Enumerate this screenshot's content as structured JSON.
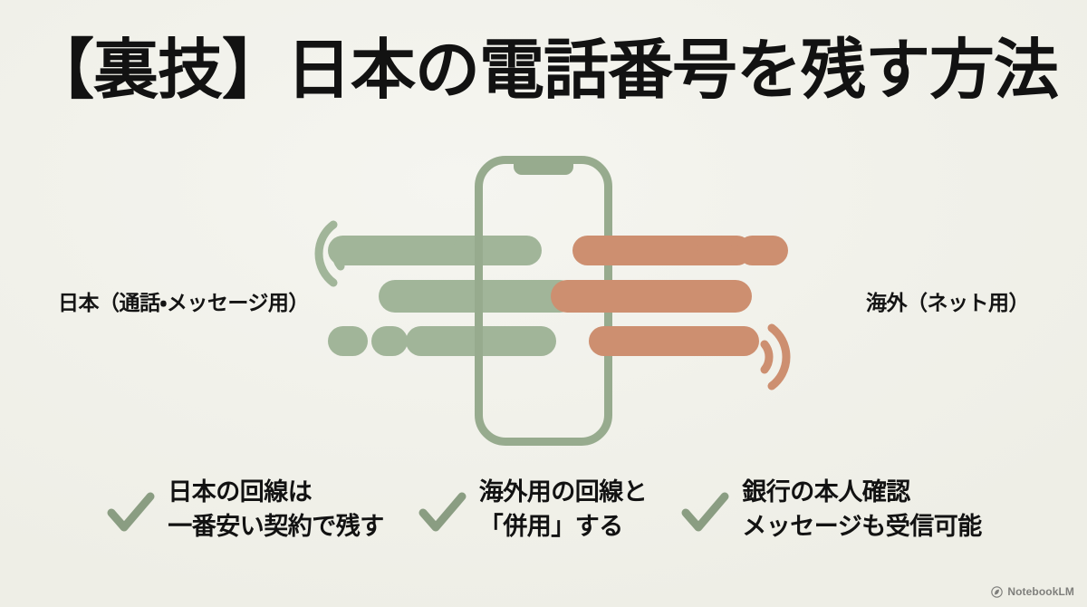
{
  "slide": {
    "title": "【裏技】日本の電話番号を残す方法",
    "background_color": "#f2f2ec",
    "title_color": "#121212"
  },
  "illustration": {
    "name": "dual-line-phone-diagram",
    "phone_icon": "smartphone-outline-icon",
    "left_stream_color": "#a1b599",
    "right_stream_color": "#cd8f70",
    "left_waves_icon": "signal-waves-left-icon",
    "right_waves_icon": "signal-waves-right-icon"
  },
  "captions": {
    "left": "日本（通話・メッセージ用）",
    "right": "海外（ネット用）"
  },
  "checklist": {
    "check_color": "#8a9d82",
    "items": [
      {
        "icon": "check-icon",
        "line1": "日本の回線は",
        "line2": "一番安い契約で残す"
      },
      {
        "icon": "check-icon",
        "line1": "海外用の回線と",
        "line2": "「併用」する"
      },
      {
        "icon": "check-icon",
        "line1": "銀行の本人確認",
        "line2": "メッセージも受信可能"
      }
    ]
  },
  "watermark": {
    "icon": "notebooklm-logo-icon",
    "label": "NotebookLM"
  }
}
